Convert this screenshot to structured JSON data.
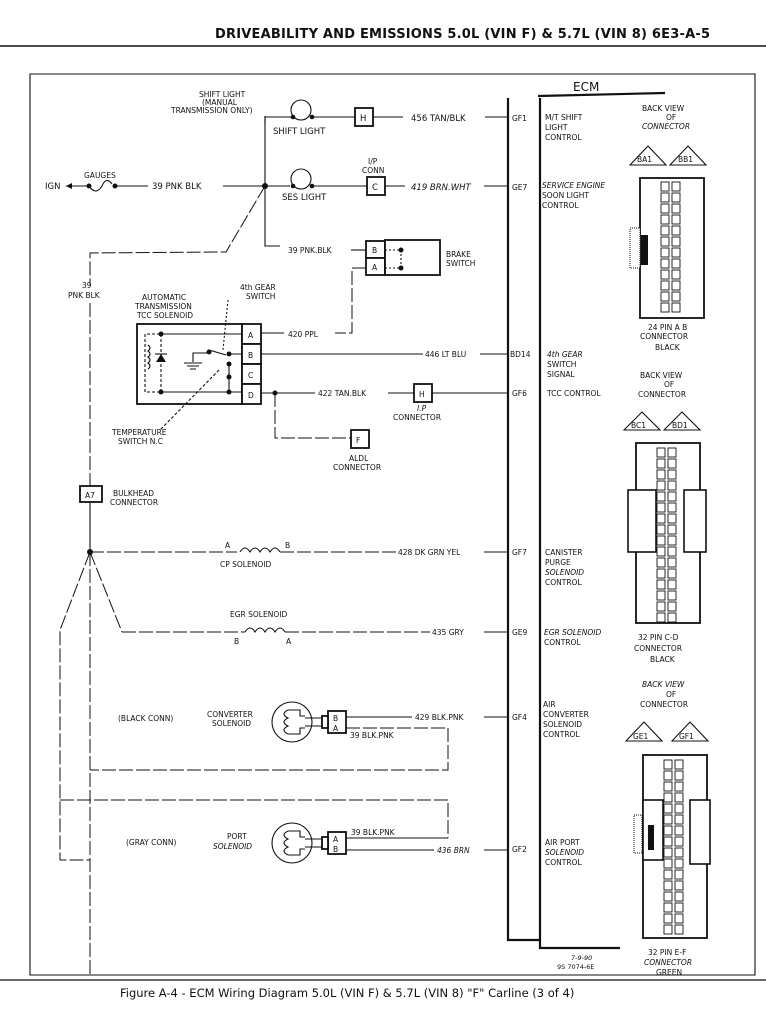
{
  "header": {
    "title": "DRIVEABILITY AND EMISSIONS 5.0L (VIN F) & 5.7L (VIN 8) 6E3-A-5"
  },
  "caption": "Figure A-4 - ECM Wiring Diagram 5.0L (VIN F) & 5.7L (VIN 8) \"F\" Carline (3 of 4)",
  "stamp": {
    "date": "7-9-90",
    "code": "9S 7074-6E"
  },
  "ecm": {
    "title": "ECM"
  },
  "power": {
    "ign": "IGN",
    "fuse": "GAUGES",
    "wire_main": "39 PNK BLK",
    "wire_vertical_num": "39",
    "wire_vertical_color": "PNK BLK",
    "wire_brake": "39 PNK.BLK"
  },
  "shift_light": {
    "title_l1": "SHIFT LIGHT",
    "title_l2": "(MANUAL",
    "title_l3": "TRANSMISSION ONLY)",
    "label": "SHIFT LIGHT",
    "connector": "H",
    "wire": "456 TAN/BLK",
    "pin": "GF1",
    "ecm_l1": "M/T SHIFT",
    "ecm_l2": "LIGHT",
    "ecm_l3": "CONTROL"
  },
  "ses_light": {
    "conn_l1": "I/P",
    "conn_l2": "CONN",
    "label": "SES LIGHT",
    "connector": "C",
    "wire": "419 BRN.WHT",
    "pin": "GE7",
    "ecm_l1": "SERVICE ENGINE",
    "ecm_l2": "SOON LIGHT",
    "ecm_l3": "CONTROL"
  },
  "brake_switch": {
    "pin_b": "B",
    "pin_a": "A",
    "label_l1": "BRAKE",
    "label_l2": "SWITCH"
  },
  "tcc": {
    "title_l1": "AUTOMATIC",
    "title_l2": "TRANSMISSION",
    "title_l3": "TCC SOLENOID",
    "gear_l1": "4th GEAR",
    "gear_l2": "SWITCH",
    "temp_l1": "TEMPERATURE",
    "temp_l2": "SWITCH N.C",
    "pins": [
      "A",
      "B",
      "C",
      "D"
    ],
    "wire_a": "420 PPL",
    "wire_b": "446 LT BLU",
    "pin_b": "BD14",
    "ecm_b_l1": "4th GEAR",
    "ecm_b_l2": "SWITCH",
    "ecm_b_l3": "SIGNAL",
    "wire_d": "422 TAN.BLK",
    "conn_h": "H",
    "conn_h_l1": "I.P",
    "conn_h_l2": "CONNECTOR",
    "pin_d": "GF6",
    "ecm_d": "TCC CONTROL",
    "aldl": "F",
    "aldl_l1": "ALDL",
    "aldl_l2": "CONNECTOR"
  },
  "bulkhead": {
    "code": "A7",
    "label_l1": "BULKHEAD",
    "label_l2": "CONNECTOR"
  },
  "cp_solenoid": {
    "a": "A",
    "b": "B",
    "label": "CP SOLENOID",
    "wire": "428 DK GRN YEL",
    "pin": "GF7",
    "ecm_l1": "CANISTER",
    "ecm_l2": "PURGE",
    "ecm_l3": "SOLENOID",
    "ecm_l4": "CONTROL"
  },
  "egr_solenoid": {
    "label": "EGR SOLENOID",
    "b": "B",
    "a": "A",
    "wire": "435 GRY",
    "pin": "GE9",
    "ecm_l1": "EGR SOLENOID",
    "ecm_l2": "CONTROL"
  },
  "converter_solenoid": {
    "conn": "(BLACK CONN)",
    "label_l1": "CONVERTER",
    "label_l2": "SOLENOID",
    "pin_b": "B",
    "pin_a": "A",
    "wire_b": "429 BLK.PNK",
    "wire_a": "39 BLK.PNK",
    "pin": "GF4",
    "ecm_l1": "AIR",
    "ecm_l2": "CONVERTER",
    "ecm_l3": "SOLENOID",
    "ecm_l4": "CONTROL"
  },
  "port_solenoid": {
    "conn": "(GRAY CONN)",
    "label_l1": "PORT",
    "label_l2": "SOLENOID",
    "pin_a": "A",
    "pin_b": "B",
    "wire_a": "39 BLK.PNK",
    "wire_b": "436 BRN",
    "pin": "GF2",
    "ecm_l1": "AIR PORT",
    "ecm_l2": "SOLENOID",
    "ecm_l3": "CONTROL"
  },
  "connectors": [
    {
      "view_l1": "BACK VIEW",
      "view_l2": "OF",
      "view_l3": "CONNECTOR",
      "pin1": "BA1",
      "pin2": "BB1",
      "name_l1": "24 PIN A B",
      "name_l2": "CONNECTOR",
      "name_l3": "BLACK"
    },
    {
      "view_l1": "BACK VIEW",
      "view_l2": "OF",
      "view_l3": "CONNECTOR",
      "pin1": "BC1",
      "pin2": "BD1",
      "name_l1": "32 PIN C-D",
      "name_l2": "CONNECTOR",
      "name_l3": "BLACK"
    },
    {
      "view_l1": "BACK VIEW",
      "view_l2": "OF",
      "view_l3": "CONNECTOR",
      "pin1": "GE1",
      "pin2": "GF1",
      "name_l1": "32 PIN E-F",
      "name_l2": "CONNECTOR",
      "name_l3": "GREEN"
    }
  ]
}
